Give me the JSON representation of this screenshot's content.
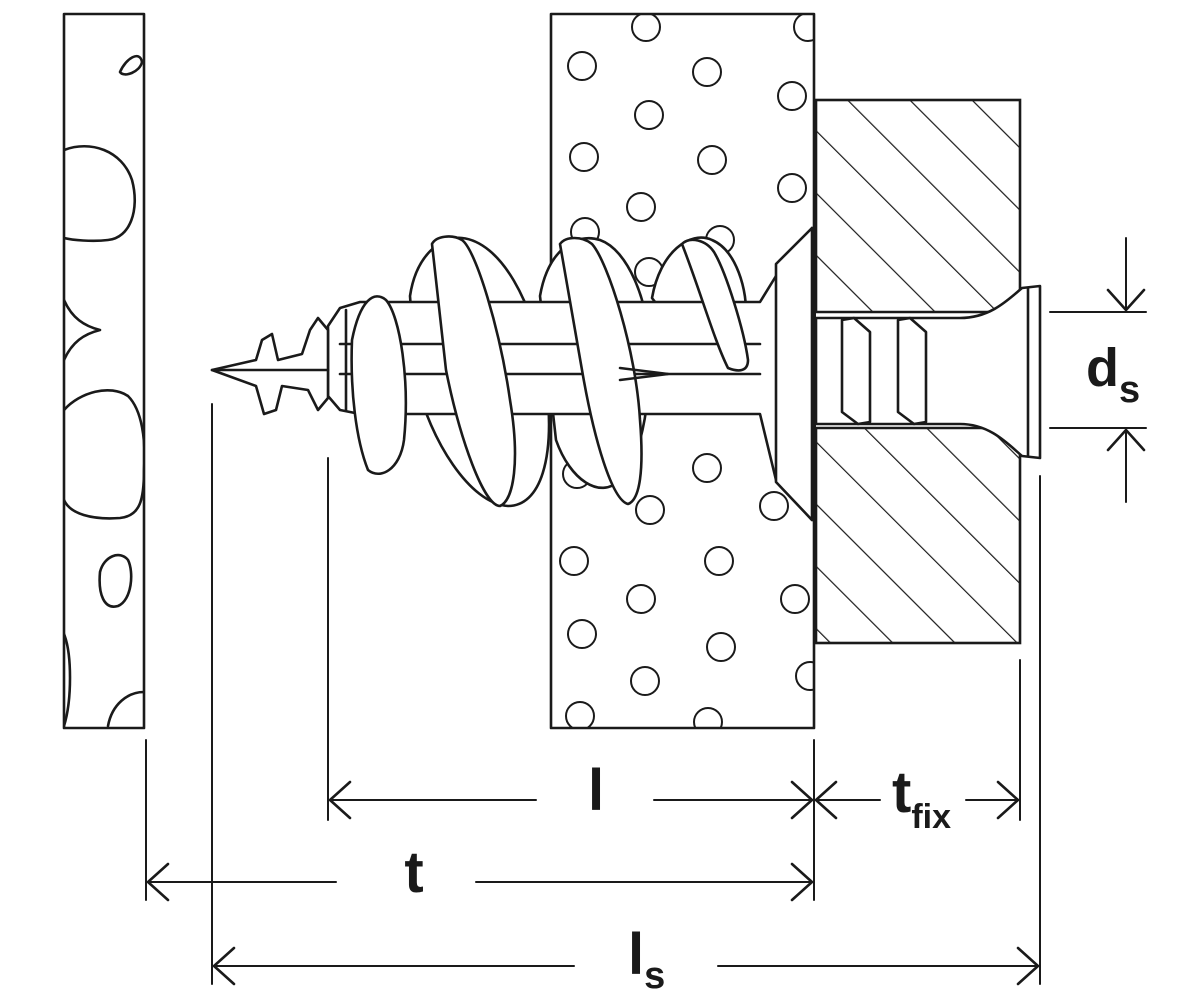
{
  "labels": {
    "l": "l",
    "t": "t",
    "tfix_main": "t",
    "tfix_sub": "fix",
    "ls_main": "l",
    "ls_sub": "s",
    "ds_main": "d",
    "ds_sub": "s"
  },
  "colors": {
    "stroke": "#1a1a1a",
    "background": "#ffffff"
  }
}
